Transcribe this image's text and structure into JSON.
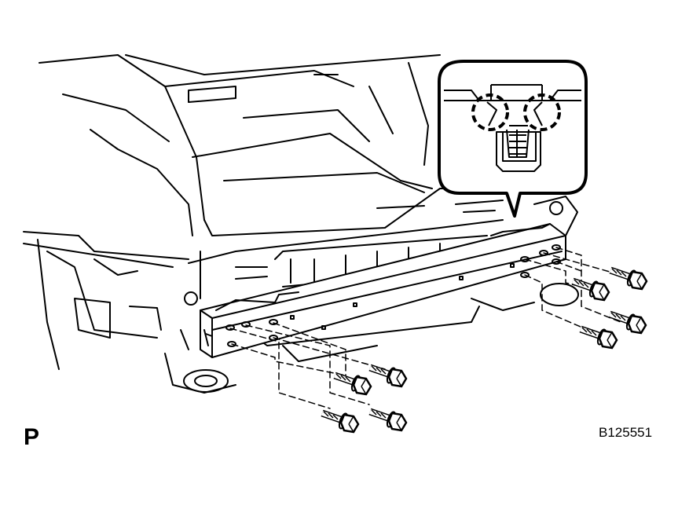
{
  "figure": {
    "view_label": "P",
    "figure_code": "B125551"
  },
  "colors": {
    "line": "#000000",
    "background": "#ffffff"
  },
  "parts": {
    "bumper_reinforcement": "bumper-reinforcement",
    "bolts_shown": 8,
    "detail_callout_clips": 2
  }
}
